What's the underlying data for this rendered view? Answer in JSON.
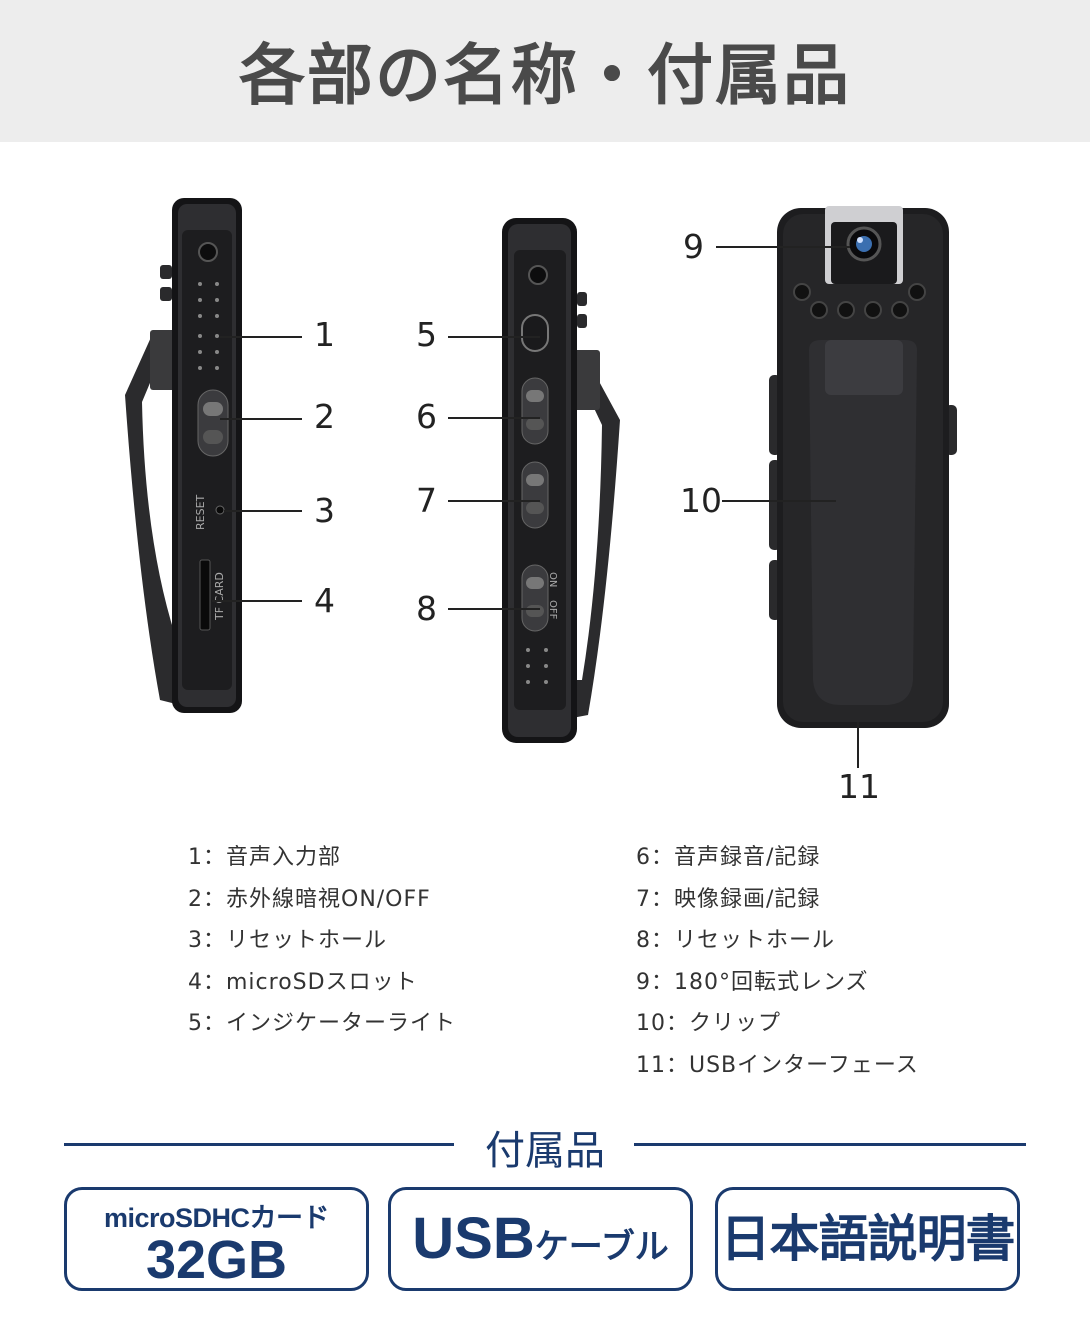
{
  "header": {
    "title": "各部の名称・付属品"
  },
  "device_labels": {
    "reset": "RESET",
    "tf_card": "TF CARD",
    "on": "ON",
    "off": "OFF"
  },
  "callouts": [
    "1",
    "2",
    "3",
    "4",
    "5",
    "6",
    "7",
    "8",
    "9",
    "10",
    "11"
  ],
  "legend_left": [
    "1：音声入力部",
    "2：赤外線暗視ON/OFF",
    "3：リセットホール",
    "4：microSDスロット",
    "5：インジケーターライト"
  ],
  "legend_right": [
    "6：音声録音/記録",
    "7：映像録画/記録",
    "8：リセットホール",
    "9：180°回転式レンズ",
    "10：クリップ",
    "11：USBインターフェース"
  ],
  "accessories": {
    "title": "付属品",
    "sd_small": "microSDHCカード",
    "sd_big": "32GB",
    "usb_main": "USB",
    "usb_sub": "ケーブル",
    "manual": "日本語説明書"
  },
  "colors": {
    "accent": "#1a3a6e",
    "header_bg": "#ededed",
    "device": "#1c1c1e"
  }
}
